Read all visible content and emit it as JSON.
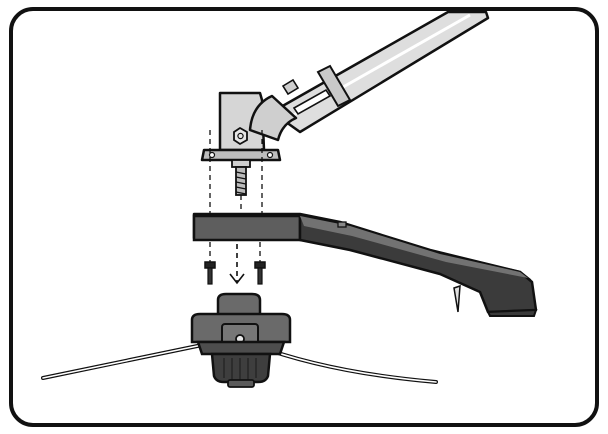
{
  "diagram": {
    "frame_color": "#111111",
    "line_color": "#111111",
    "metal_fill": "#d6d6d6",
    "metal_shadow": "#a6a6a6",
    "guard_fill": "#5e5e5e",
    "guard_dark": "#3b3b3b",
    "head_fill": "#6a6a6a",
    "head_dark": "#3e3e3e",
    "icons": [
      "shaft",
      "gearbox-mount",
      "threaded-stud",
      "grass-guard",
      "mounting-screw",
      "trimmer-head",
      "trimmer-line"
    ]
  }
}
